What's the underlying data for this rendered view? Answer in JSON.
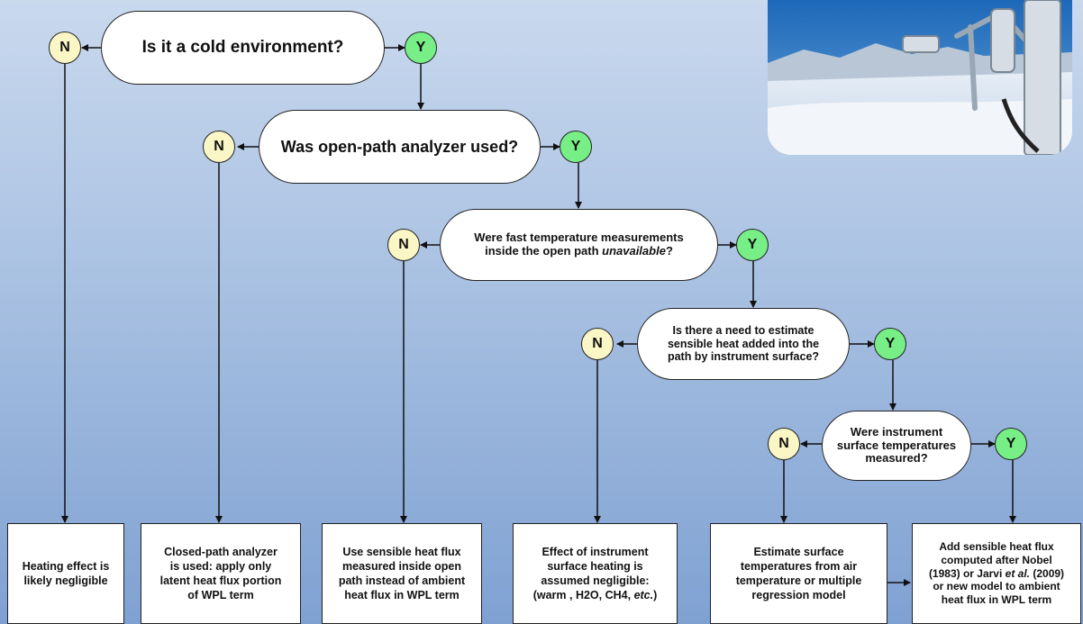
{
  "questions": {
    "q1": "Is it a cold environment?",
    "q2": "Was open-path analyzer used?",
    "q3_a": "Were fast temperature measurements",
    "q3_b": "inside the open path ",
    "q3_c": "unavailable",
    "q3_d": "?",
    "q4": [
      "Is there a need to estimate",
      "sensible heat added into the",
      "path by instrument surface?"
    ],
    "q5": [
      "Were instrument",
      "surface temperatures",
      "measured?"
    ]
  },
  "answers": {
    "no": "N",
    "yes": "Y"
  },
  "outcomes": {
    "o1": [
      "Heating effect is",
      "likely negligible"
    ],
    "o2": [
      "Closed-path analyzer",
      "is used: apply only",
      "latent heat flux portion",
      "of WPL term"
    ],
    "o3": [
      "Use sensible heat flux",
      "measured inside open",
      "path instead of ambient",
      "heat flux in WPL term"
    ],
    "o4_l1": "Effect of instrument",
    "o4_l2": "surface heating is",
    "o4_l3": "assumed negligible:",
    "o4_l4_a": "(warm , H2O, CH4, ",
    "o4_l4_b": "etc.",
    "o4_l4_c": ")",
    "o5": [
      "Estimate surface",
      "temperatures from air",
      "temperature or multiple",
      "regression model"
    ],
    "o6_l1": "Add sensible heat flux",
    "o6_l2": "computed after Nobel",
    "o6_l3_a": "(1983) or Jarvi ",
    "o6_l3_b": "et al.",
    "o6_l3_c": " (2009)",
    "o6_l4": "or new model to ambient",
    "o6_l5": "heat flux in WPL term"
  },
  "colors": {
    "yes_fill": "#77ef86",
    "no_fill": "#fbf6c6",
    "background_top": "#c9d9ee",
    "background_bottom": "#7fa1d2",
    "line": "#111111"
  },
  "icons": {
    "photo": "open-path-analyzer-in-snow-photo"
  }
}
